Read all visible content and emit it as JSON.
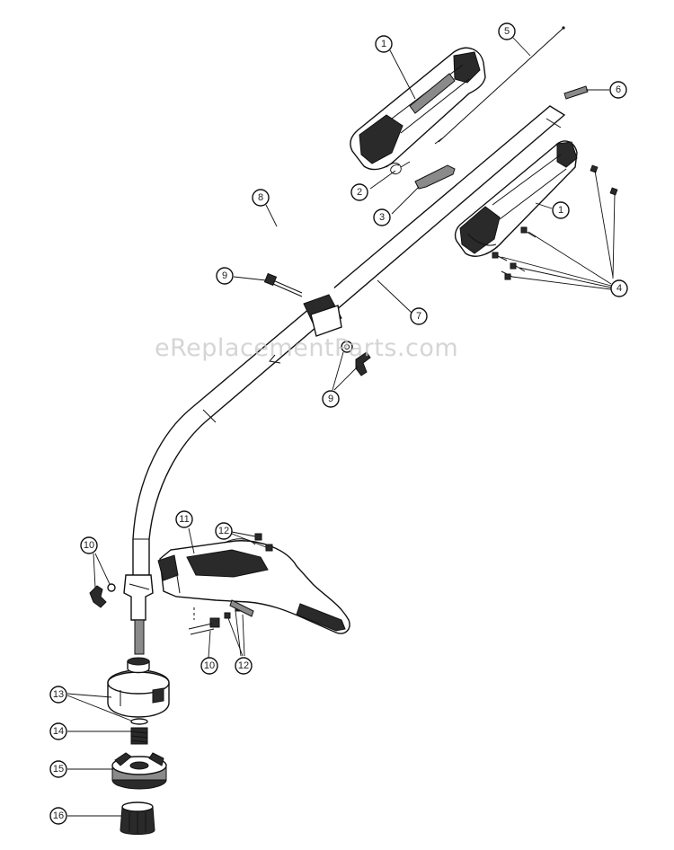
{
  "watermark": "eReplacementParts.com",
  "callouts": [
    {
      "id": "c1a",
      "label": "1"
    },
    {
      "id": "c1b",
      "label": "1"
    },
    {
      "id": "c2",
      "label": "2"
    },
    {
      "id": "c3",
      "label": "3"
    },
    {
      "id": "c4",
      "label": "4"
    },
    {
      "id": "c5",
      "label": "5"
    },
    {
      "id": "c6",
      "label": "6"
    },
    {
      "id": "c7",
      "label": "7"
    },
    {
      "id": "c8",
      "label": "8"
    },
    {
      "id": "c9a",
      "label": "9"
    },
    {
      "id": "c9b",
      "label": "9"
    },
    {
      "id": "c10a",
      "label": "10"
    },
    {
      "id": "c10b",
      "label": "10"
    },
    {
      "id": "c11",
      "label": "11"
    },
    {
      "id": "c12a",
      "label": "12"
    },
    {
      "id": "c12b",
      "label": "12"
    },
    {
      "id": "c13",
      "label": "13"
    },
    {
      "id": "c14",
      "label": "14"
    },
    {
      "id": "c15",
      "label": "15"
    },
    {
      "id": "c16",
      "label": "16"
    }
  ]
}
